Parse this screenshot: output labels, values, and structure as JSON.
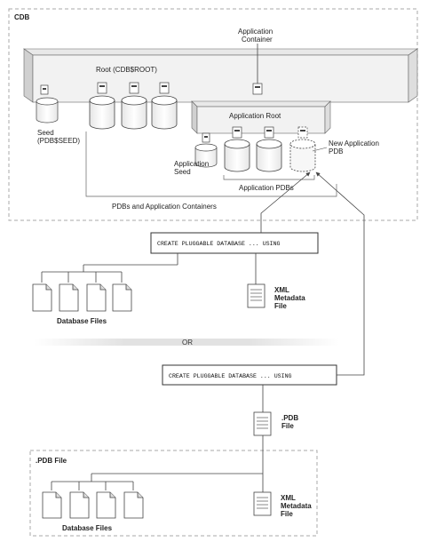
{
  "cdb": {
    "label": "CDB",
    "root_label": "Root (CDB$ROOT)",
    "seed_label_line1": "Seed",
    "seed_label_line2": "(PDB$SEED)",
    "app_container_line1": "Application",
    "app_container_line2": "Container",
    "app_root_label": "Application Root",
    "app_seed_line1": "Application",
    "app_seed_line2": "Seed",
    "new_app_pdb_line1": "New Application",
    "new_app_pdb_line2": "PDB",
    "app_pdbs_label": "Application PDBs",
    "pdbs_and_app_containers_label": "PDBs and Application Containers"
  },
  "upper_path": {
    "command": "CREATE PLUGGABLE DATABASE ... USING",
    "database_files_label": "Database Files",
    "xml_line1": "XML",
    "xml_line2": "Metadata",
    "xml_line3": "File"
  },
  "separator": {
    "label": "OR"
  },
  "lower_path": {
    "command": "CREATE PLUGGABLE DATABASE ... USING",
    "pdb_file_line1": ".PDB",
    "pdb_file_line2": "File",
    "archive_label": ".PDB File",
    "database_files_label": "Database Files",
    "xml_line1": "XML",
    "xml_line2": "Metadata",
    "xml_line3": "File"
  },
  "colors": {
    "border_dashed": "#a8a8a8",
    "box_fill": "#f1f1f1",
    "box_side": "#d0d0d0",
    "line": "#444444",
    "separator_band": "#e4e4e4"
  }
}
